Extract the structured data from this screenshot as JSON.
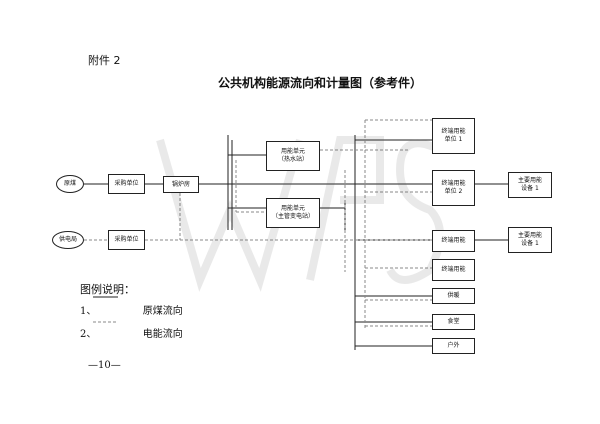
{
  "header": {
    "attachment": "附件 2",
    "title": "公共机构能源流向和计量图（参考件）"
  },
  "nodes": {
    "coal_source": "原煤",
    "power_source": "供电局",
    "purchase_coal": "采购单位",
    "purchase_power": "采购单位",
    "heat": "锅炉房",
    "boiler": "用能单元\n（热水站）",
    "usage_unit": "用能单元\n（主管变电站）",
    "terminal_1": "终端用能\n单位 1",
    "terminal_2": "终端用能\n单位 2",
    "terminal_3": "终端用能",
    "terminal_4": "终端用能",
    "heating": "供暖",
    "cooling": "食堂",
    "outdoor": "户外",
    "device_1": "主要用能\n设备 1",
    "device_2": "主要用能\n设备 1"
  },
  "legend": {
    "title": "图例说明：",
    "row1_prefix": "1、",
    "row1_label": "原煤流向",
    "row2_prefix": "2、",
    "row2_label": "电能流向"
  },
  "page_number": "—10—",
  "colors": {
    "line": "#222222",
    "dashed": "#888888"
  }
}
